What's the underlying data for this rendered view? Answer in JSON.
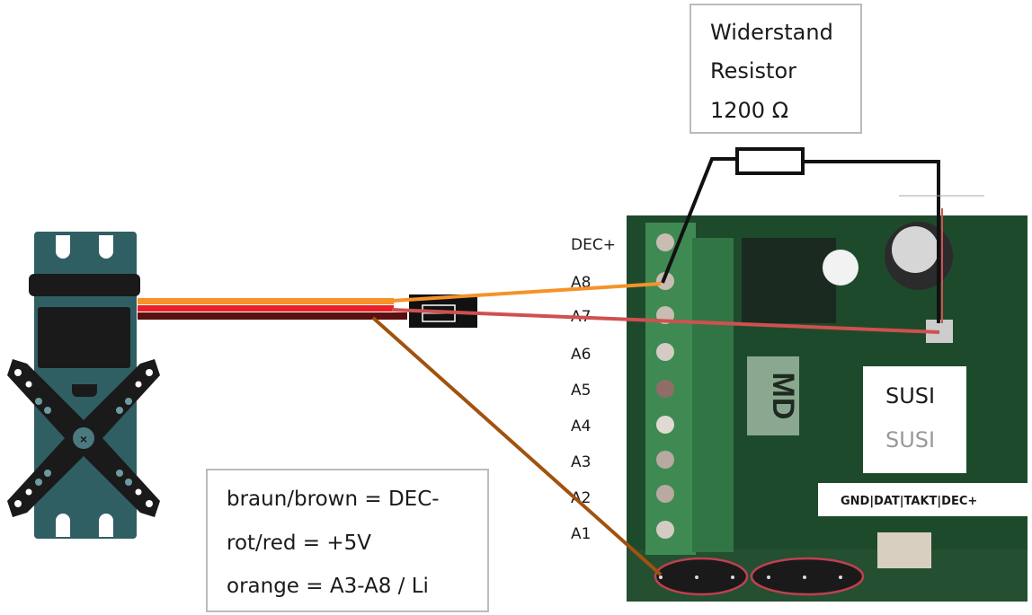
{
  "resistor_label": {
    "line1": "Widerstand",
    "line2": "Resistor",
    "line3": "1200 Ω"
  },
  "terminal_labels": [
    "DEC+",
    "A8",
    "A7",
    "A6",
    "A5",
    "A4",
    "A3",
    "A2",
    "A1"
  ],
  "susi_label": {
    "line1": "SUSI",
    "line2": "SUSI"
  },
  "susi_pins_label": "GND|DAT|TAKT|DEC+",
  "board_logo": "MD",
  "legend": {
    "line1": "braun/brown = DEC-",
    "line2": "rot/red = +5V",
    "line3": "orange = A3-A8 / Li"
  },
  "colors": {
    "orange_wire": "#f5922a",
    "red_wire": "#e8202a",
    "brown_wire": "#5a1010",
    "brown_line": "#a0520f",
    "red_line": "#d05050",
    "board": "#1e4a2c",
    "servo_body": "#2f5e63"
  }
}
